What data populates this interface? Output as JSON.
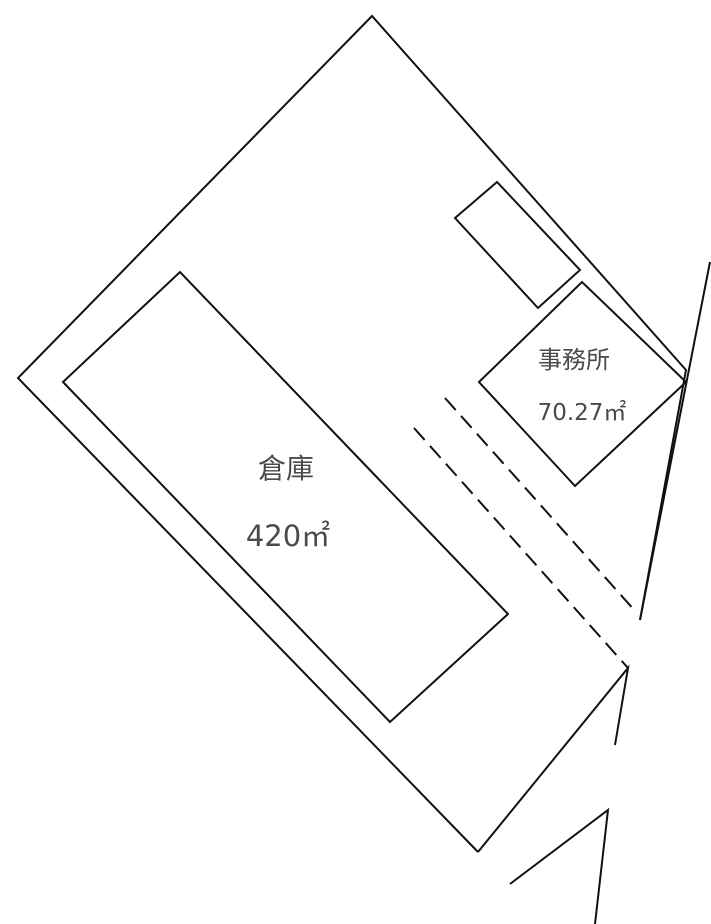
{
  "warehouse": {
    "name": "倉庫",
    "area": "420㎡"
  },
  "office": {
    "name": "事務所",
    "area": "70.27㎡"
  },
  "colors": {
    "line": "#111111",
    "warehouse_fill": "#d9d9d9",
    "text": "#4a4a4a"
  }
}
